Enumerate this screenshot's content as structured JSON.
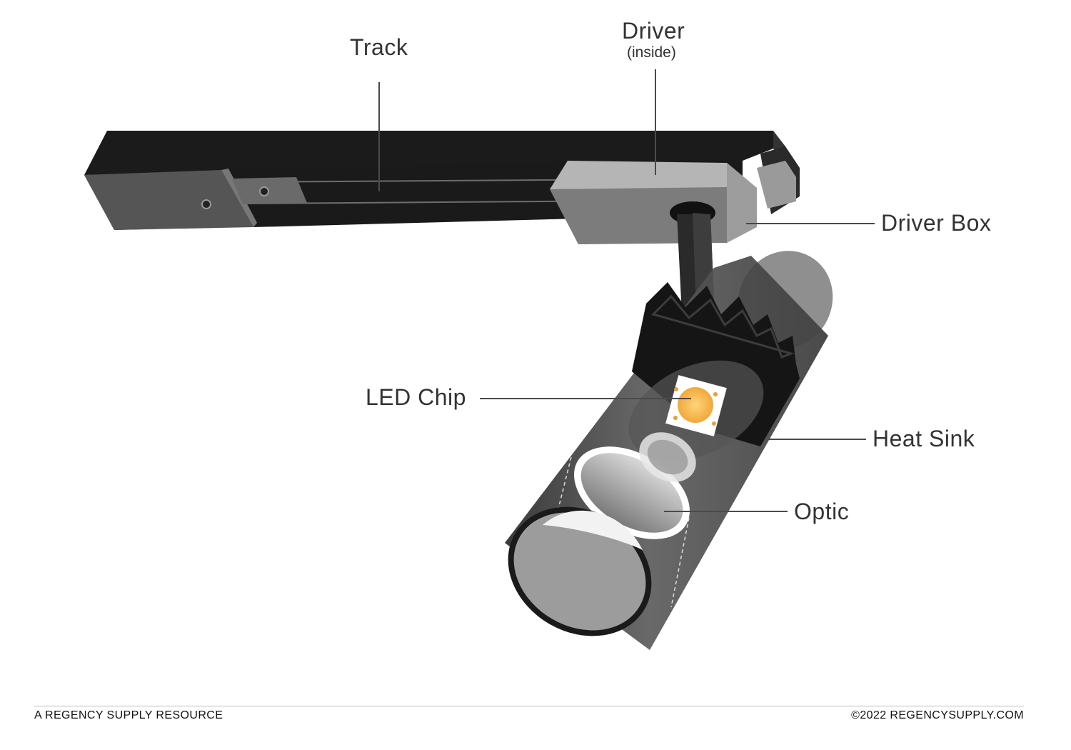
{
  "labels": {
    "track": "Track",
    "driver": "Driver",
    "driver_sub": "(inside)",
    "driver_box": "Driver Box",
    "led_chip": "LED Chip",
    "heat_sink": "Heat Sink",
    "optic": "Optic"
  },
  "footer": {
    "left": "A REGENCY SUPPLY RESOURCE",
    "right": "©2022 REGENCYSUPPLY.COM"
  }
}
